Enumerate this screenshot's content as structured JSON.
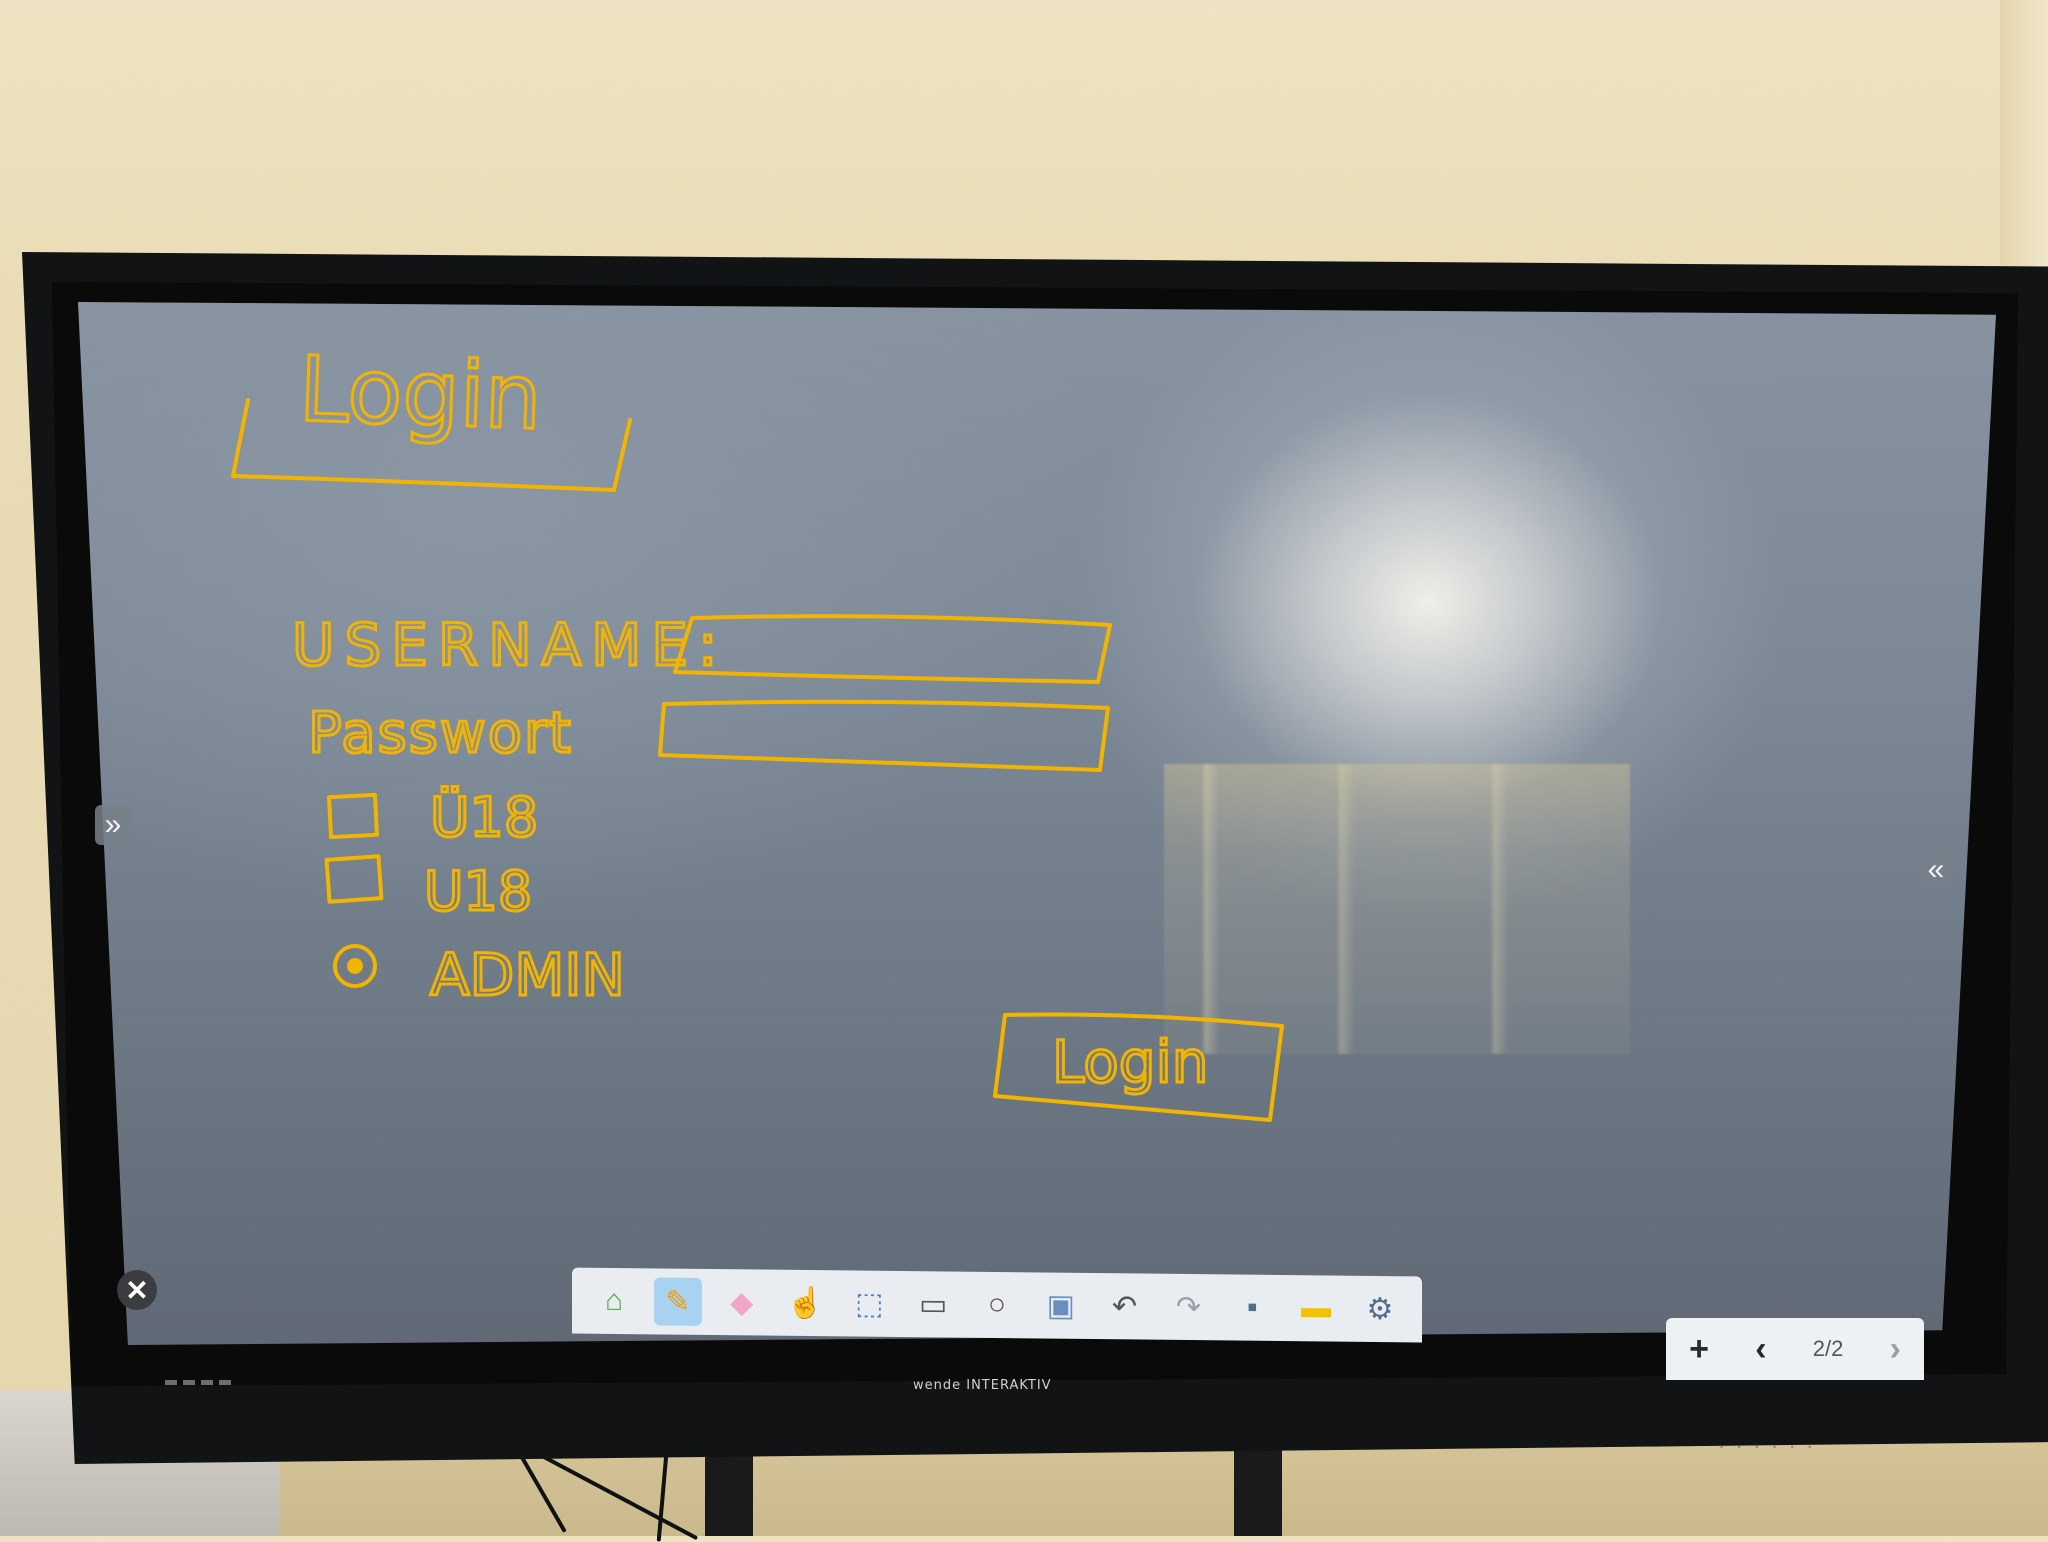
{
  "whiteboard": {
    "title": "Login",
    "username_label": "USERNAME:",
    "password_label": "Passwort",
    "checkbox_1_label": "Ü18",
    "checkbox_2_label": "U18",
    "radio_label": "ADMIN",
    "button_label": "Login",
    "ink_color": "#f2b400"
  },
  "sidebar": {
    "left_tab_icon": "double-chevron-right-icon",
    "right_tab_icon": "double-chevron-left-icon"
  },
  "close": {
    "icon": "close-icon"
  },
  "toolbar": {
    "tools": [
      {
        "name": "home-icon",
        "glyph": "⌂",
        "color": "#4caf50"
      },
      {
        "name": "pen-icon",
        "glyph": "✎",
        "color": "#f29d00"
      },
      {
        "name": "eraser-icon",
        "glyph": "◆",
        "color": "#f0a6c8"
      },
      {
        "name": "hand-icon",
        "glyph": "☝",
        "color": "#f08a3a"
      },
      {
        "name": "selection-icon",
        "glyph": "⬚",
        "color": "#3d7bd6"
      },
      {
        "name": "monitor-icon",
        "glyph": "▭",
        "color": "#555555"
      },
      {
        "name": "circle-icon",
        "glyph": "○",
        "color": "#555555"
      },
      {
        "name": "fill-icon",
        "glyph": "▣",
        "color": "#6a8fbf"
      },
      {
        "name": "undo-icon",
        "glyph": "↶",
        "color": "#555555"
      },
      {
        "name": "redo-icon",
        "glyph": "↷",
        "color": "#9aa0a6"
      },
      {
        "name": "save-icon",
        "glyph": "▪",
        "color": "#4f6f8f"
      },
      {
        "name": "folder-icon",
        "glyph": "▬",
        "color": "#f2c200"
      },
      {
        "name": "settings-icon",
        "glyph": "⚙",
        "color": "#4f6f8f"
      }
    ]
  },
  "pager": {
    "add_icon": "plus-icon",
    "prev_icon": "chevron-left-icon",
    "page_indicator": "2/2",
    "next_icon": "chevron-right-icon"
  },
  "brand": "wende INTERAKTIV"
}
